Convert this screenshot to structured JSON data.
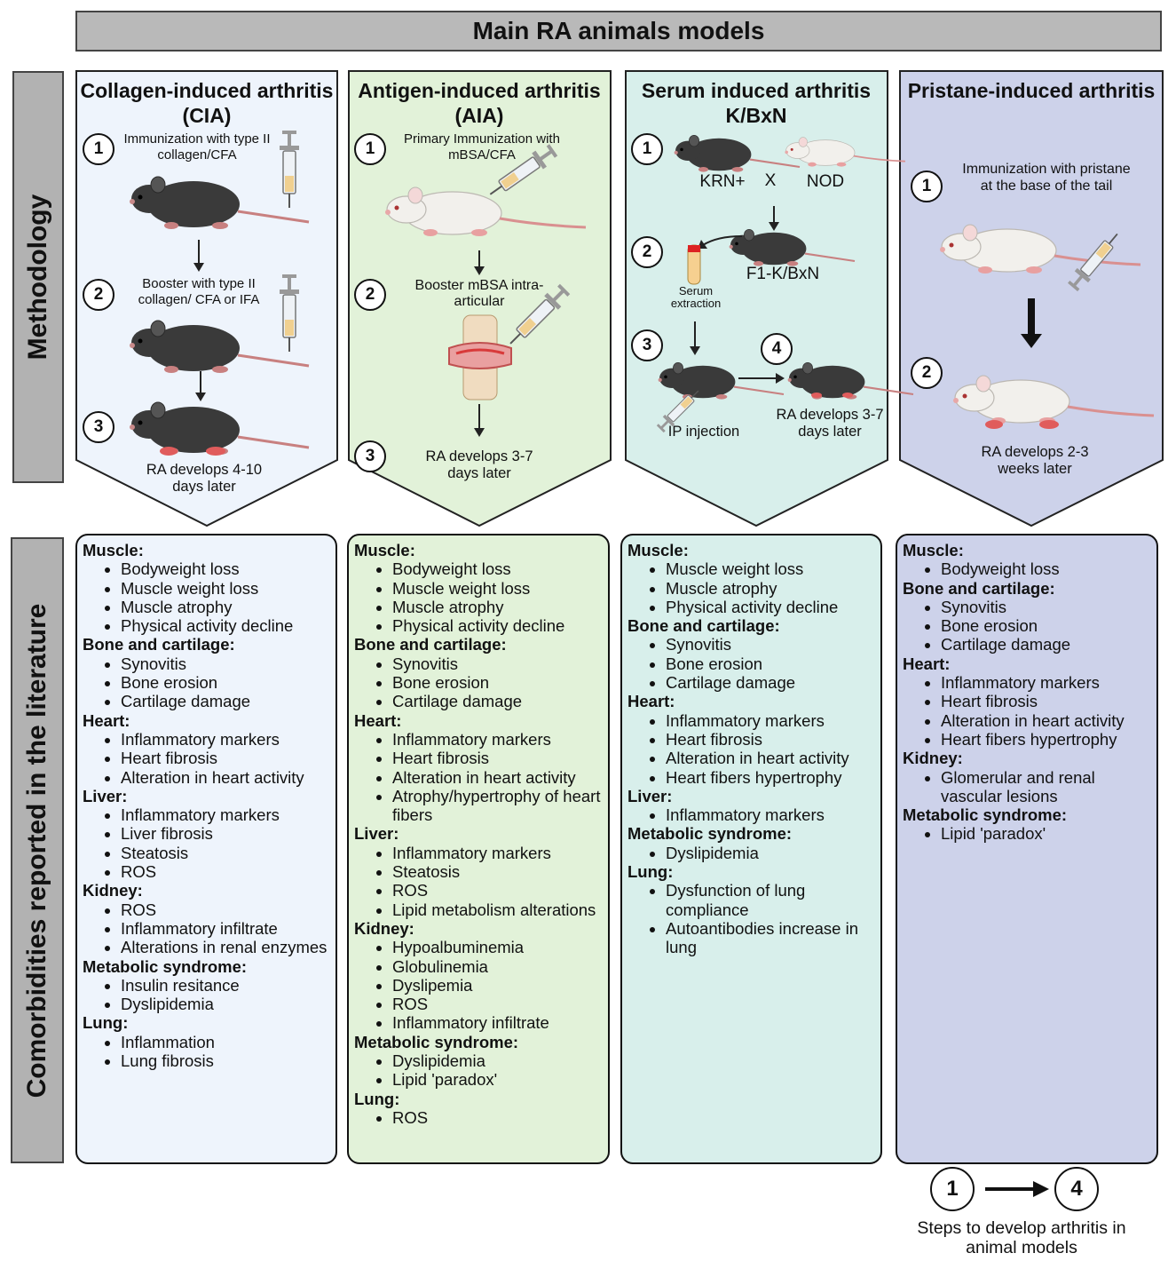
{
  "header": {
    "title": "Main RA animals models"
  },
  "side_labels": {
    "methodology": "Methodology",
    "comorbidities": "Comorbidities reported in the literature"
  },
  "colors": {
    "cia": "#eef4fc",
    "aia": "#e2f2d9",
    "kbxn": "#d8efeb",
    "pia": "#cdd2ea",
    "header": "#b9b9b9"
  },
  "models": [
    {
      "title": "Collagen-induced arthritis (CIA)",
      "steps": [
        {
          "num": "1",
          "text": "Immunization with type II collagen/CFA"
        },
        {
          "num": "2",
          "text": "Booster with type II collagen/ CFA or IFA"
        },
        {
          "num": "3",
          "text": "RA develops 4-10 days later"
        }
      ]
    },
    {
      "title": "Antigen-induced arthritis (AIA)",
      "steps": [
        {
          "num": "1",
          "text": "Primary Immunization with mBSA/CFA"
        },
        {
          "num": "2",
          "text": "Booster mBSA intra-articular"
        },
        {
          "num": "3",
          "text": "RA develops 3-7 days later"
        }
      ]
    },
    {
      "title": "Serum induced arthritis K/BxN",
      "steps": [
        {
          "num": "1",
          "text": ""
        },
        {
          "num": "2",
          "text": "Serum extraction"
        },
        {
          "num": "3",
          "text": "IP injection"
        },
        {
          "num": "4",
          "text": "RA develops 3-7 days later"
        }
      ],
      "labels": {
        "krn": "KRN+",
        "cross": "X",
        "nod": "NOD",
        "f1": "F1-K/BxN"
      }
    },
    {
      "title": "Pristane-induced arthritis",
      "steps": [
        {
          "num": "1",
          "text": "Immunization with pristane at the base of the tail"
        },
        {
          "num": "2",
          "text": "RA develops 2-3 weeks later"
        }
      ]
    }
  ],
  "comorbidities": [
    {
      "sections": [
        {
          "category": "Muscle:",
          "items": [
            "Bodyweight loss",
            "Muscle weight loss",
            "Muscle atrophy",
            "Physical activity decline"
          ]
        },
        {
          "category": "Bone and cartilage:",
          "items": [
            "Synovitis",
            "Bone erosion",
            "Cartilage damage"
          ]
        },
        {
          "category": "Heart:",
          "items": [
            "Inflammatory markers",
            "Heart fibrosis",
            "Alteration in heart activity"
          ]
        },
        {
          "category": "Liver:",
          "items": [
            "Inflammatory markers",
            "Liver fibrosis",
            "Steatosis",
            "ROS"
          ]
        },
        {
          "category": "Kidney:",
          "items": [
            "ROS",
            "Inflammatory infiltrate",
            "Alterations in renal enzymes"
          ]
        },
        {
          "category": "Metabolic syndrome:",
          "items": [
            "Insulin resitance",
            "Dyslipidemia"
          ]
        },
        {
          "category": "Lung:",
          "items": [
            "Inflammation",
            "Lung fibrosis"
          ]
        }
      ]
    },
    {
      "sections": [
        {
          "category": "Muscle:",
          "items": [
            "Bodyweight loss",
            "Muscle weight loss",
            "Muscle atrophy",
            "Physical activity decline"
          ]
        },
        {
          "category": "Bone and cartilage:",
          "items": [
            "Synovitis",
            "Bone erosion",
            "Cartilage damage"
          ]
        },
        {
          "category": "Heart:",
          "items": [
            "Inflammatory markers",
            "Heart fibrosis",
            "Alteration in heart activity",
            "Atrophy/hypertrophy of heart fibers"
          ]
        },
        {
          "category": "Liver:",
          "items": [
            "Inflammatory markers",
            "Steatosis",
            "ROS",
            "Lipid metabolism alterations"
          ]
        },
        {
          "category": "Kidney:",
          "items": [
            "Hypoalbuminemia",
            "Globulinemia",
            "Dyslipemia",
            "ROS",
            "Inflammatory infiltrate"
          ]
        },
        {
          "category": "Metabolic syndrome:",
          "items": [
            "Dyslipidemia",
            "Lipid 'paradox'"
          ]
        },
        {
          "category": "Lung:",
          "items": [
            "ROS"
          ]
        }
      ]
    },
    {
      "sections": [
        {
          "category": "Muscle:",
          "items": [
            "Muscle weight loss",
            "Muscle atrophy",
            "Physical activity decline"
          ]
        },
        {
          "category": "Bone and cartilage:",
          "items": [
            "Synovitis",
            "Bone erosion",
            "Cartilage damage"
          ]
        },
        {
          "category": "Heart:",
          "items": [
            "Inflammatory markers",
            "Heart fibrosis",
            "Alteration in heart activity",
            "Heart fibers hypertrophy"
          ]
        },
        {
          "category": "Liver:",
          "items": [
            "Inflammatory markers"
          ]
        },
        {
          "category": "Metabolic syndrome:",
          "items": [
            "Dyslipidemia"
          ]
        },
        {
          "category": "Lung:",
          "items": [
            "Dysfunction of lung compliance",
            "Autoantibodies increase in lung"
          ]
        }
      ]
    },
    {
      "sections": [
        {
          "category": "Muscle:",
          "items": [
            "Bodyweight loss"
          ]
        },
        {
          "category": "Bone and cartilage:",
          "items": [
            "Synovitis",
            "Bone erosion",
            "Cartilage damage"
          ]
        },
        {
          "category": "Heart:",
          "items": [
            "Inflammatory markers",
            "Heart fibrosis",
            "Alteration in heart activity",
            "Heart fibers hypertrophy"
          ]
        },
        {
          "category": "Kidney:",
          "items": [
            "Glomerular and renal vascular lesions"
          ]
        },
        {
          "category": "Metabolic syndrome:",
          "items": [
            "Lipid 'paradox'"
          ]
        }
      ]
    }
  ],
  "legend": {
    "from": "1",
    "to": "4",
    "text": "Steps to develop arthritis in animal models"
  }
}
